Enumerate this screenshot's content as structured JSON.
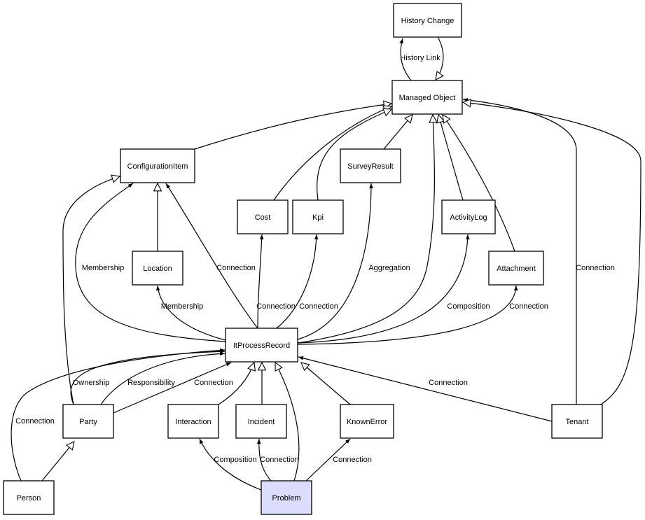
{
  "colors": {
    "node_fill": "#ffffff",
    "highlight_fill": "#dcdcfc",
    "stroke": "#000000"
  },
  "nodes": {
    "history_change": "History Change",
    "managed_object": "Managed Object",
    "configuration_item": "ConfigurationItem",
    "survey_result": "SurveyResult",
    "cost": "Cost",
    "kpi": "Kpi",
    "activity_log": "ActivityLog",
    "location": "Location",
    "attachment": "Attachment",
    "it_process_record": "ItProcessRecord",
    "party": "Party",
    "interaction": "Interaction",
    "incident": "Incident",
    "known_error": "KnownError",
    "tenant": "Tenant",
    "person": "Person",
    "problem": "Problem"
  },
  "highlighted_node": "problem",
  "edges": [
    {
      "from": "managed_object",
      "to": "history_change",
      "label": "History Link",
      "arrow": "filled"
    },
    {
      "from": "history_change",
      "to": "managed_object",
      "label": "",
      "arrow": "hollow"
    },
    {
      "from": "configuration_item",
      "to": "managed_object",
      "label": "",
      "arrow": "hollow"
    },
    {
      "from": "cost",
      "to": "managed_object",
      "label": "",
      "arrow": "hollow"
    },
    {
      "from": "kpi",
      "to": "managed_object",
      "label": "",
      "arrow": "hollow"
    },
    {
      "from": "survey_result",
      "to": "managed_object",
      "label": "",
      "arrow": "hollow"
    },
    {
      "from": "it_process_record",
      "to": "managed_object",
      "label": "",
      "arrow": "hollow"
    },
    {
      "from": "activity_log",
      "to": "managed_object",
      "label": "",
      "arrow": "hollow"
    },
    {
      "from": "attachment",
      "to": "managed_object",
      "label": "",
      "arrow": "hollow"
    },
    {
      "from": "tenant",
      "to": "managed_object",
      "label": "Connection",
      "arrow": "filled"
    },
    {
      "from": "tenant",
      "to": "managed_object",
      "label": "",
      "arrow": "hollow"
    },
    {
      "from": "tenant",
      "to": "it_process_record",
      "label": "Connection",
      "arrow": "filled"
    },
    {
      "from": "it_process_record",
      "to": "configuration_item",
      "label": "Connection",
      "arrow": "filled"
    },
    {
      "from": "it_process_record",
      "to": "configuration_item",
      "label": "Membership",
      "arrow": "filled"
    },
    {
      "from": "party",
      "to": "configuration_item",
      "label": "",
      "arrow": "hollow"
    },
    {
      "from": "location",
      "to": "configuration_item",
      "label": "",
      "arrow": "hollow"
    },
    {
      "from": "it_process_record",
      "to": "location",
      "label": "Membership",
      "arrow": "filled"
    },
    {
      "from": "it_process_record",
      "to": "cost",
      "label": "Connection",
      "arrow": "filled"
    },
    {
      "from": "it_process_record",
      "to": "kpi",
      "label": "Connection",
      "arrow": "filled"
    },
    {
      "from": "it_process_record",
      "to": "survey_result",
      "label": "Aggregation",
      "arrow": "filled"
    },
    {
      "from": "it_process_record",
      "to": "activity_log",
      "label": "Composition",
      "arrow": "filled"
    },
    {
      "from": "it_process_record",
      "to": "attachment",
      "label": "Connection",
      "arrow": "filled"
    },
    {
      "from": "party",
      "to": "it_process_record",
      "label": "Ownership",
      "arrow": "filled"
    },
    {
      "from": "party",
      "to": "it_process_record",
      "label": "Responsibility",
      "arrow": "filled"
    },
    {
      "from": "party",
      "to": "it_process_record",
      "label": "Connection",
      "arrow": "filled"
    },
    {
      "from": "person",
      "to": "it_process_record",
      "label": "Connection",
      "arrow": "filled"
    },
    {
      "from": "person",
      "to": "party",
      "label": "",
      "arrow": "hollow"
    },
    {
      "from": "interaction",
      "to": "it_process_record",
      "label": "",
      "arrow": "hollow"
    },
    {
      "from": "incident",
      "to": "it_process_record",
      "label": "",
      "arrow": "hollow"
    },
    {
      "from": "problem",
      "to": "it_process_record",
      "label": "",
      "arrow": "hollow"
    },
    {
      "from": "known_error",
      "to": "it_process_record",
      "label": "",
      "arrow": "hollow"
    },
    {
      "from": "problem",
      "to": "interaction",
      "label": "Composition",
      "arrow": "filled"
    },
    {
      "from": "problem",
      "to": "incident",
      "label": "Connection",
      "arrow": "filled"
    },
    {
      "from": "problem",
      "to": "known_error",
      "label": "Connection",
      "arrow": "filled"
    }
  ]
}
